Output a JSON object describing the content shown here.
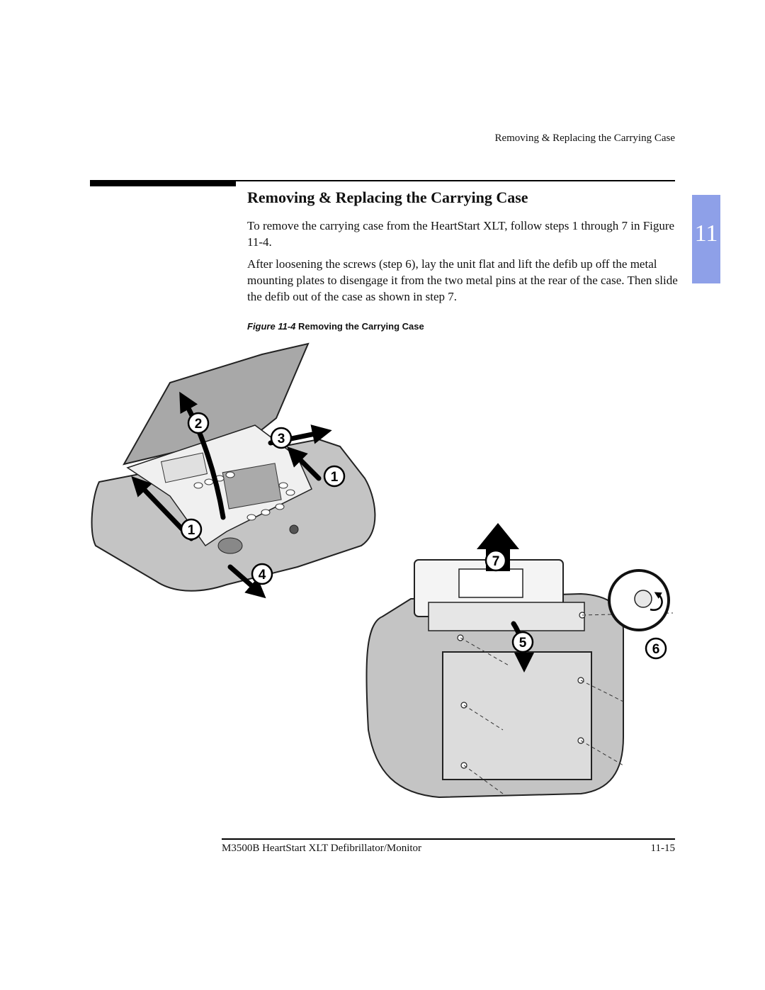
{
  "header": {
    "running_title": "Removing & Replacing the Carrying Case"
  },
  "chapter_tab": {
    "label": "11",
    "color": "#8ea0e8"
  },
  "section": {
    "title": "Removing & Replacing the Carrying Case",
    "paragraphs": [
      "To remove the carrying case from the HeartStart XLT, follow steps 1 through 7 in Figure 11-4.",
      "After loosening the screws (step 6), lay the unit flat and lift the defib up off the metal mounting plates to disengage it from the two metal pins at the rear of the case. Then slide the defib out of the case as shown in step 7."
    ]
  },
  "figure": {
    "number": "Figure 11-4",
    "title": "Removing the Carrying Case",
    "step_labels": [
      "1",
      "2",
      "3",
      "1",
      "4",
      "7",
      "5",
      "6"
    ]
  },
  "footer": {
    "document_title": "M3500B HeartStart XLT Defibrillator/Monitor",
    "page_number": "11-15"
  }
}
